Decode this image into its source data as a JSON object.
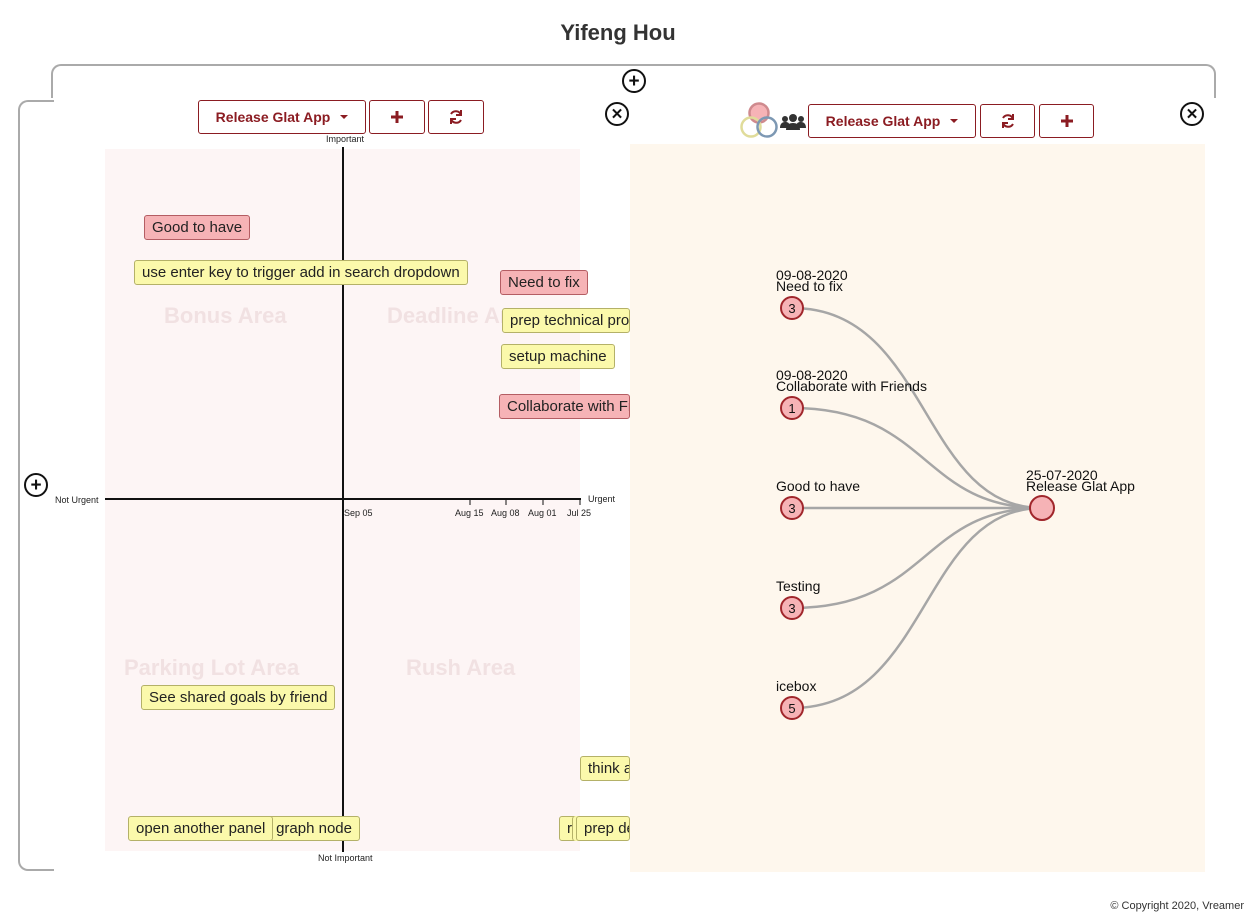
{
  "header": {
    "title": "Yifeng Hou"
  },
  "matrix_panel": {
    "project_select_label": "Release Glat App",
    "add_icon": "plus-icon",
    "refresh_icon": "refresh-icon",
    "close_icon": "close-icon",
    "axis_labels": {
      "top": "Important",
      "bottom": "Not Important",
      "left": "Not Urgent",
      "right": "Urgent"
    },
    "date_ticks": [
      "Sep 05",
      "Aug 15",
      "Aug 08",
      "Aug 01",
      "Jul 25"
    ],
    "areas": {
      "bonus": "Bonus Area",
      "deadline": "Deadline Area",
      "parking": "Parking Lot Area",
      "rush": "Rush Area"
    },
    "notes": [
      {
        "text": "Good to have",
        "color": "red"
      },
      {
        "text": "use enter key to trigger add in search dropdown",
        "color": "yellow"
      },
      {
        "text": "Need to fix",
        "color": "red"
      },
      {
        "text": "prep technical process",
        "color": "yellow"
      },
      {
        "text": "setup machine",
        "color": "yellow"
      },
      {
        "text": "Collaborate with Friends",
        "color": "red"
      },
      {
        "text": "See shared goals by friend",
        "color": "yellow"
      },
      {
        "text": "think about",
        "color": "yellow"
      },
      {
        "text": "show graph node",
        "color": "yellow"
      },
      {
        "text": "open another panel",
        "color": "yellow"
      },
      {
        "text": "r",
        "color": "yellow"
      },
      {
        "text": "prep demo",
        "color": "yellow"
      }
    ]
  },
  "graph_panel": {
    "logo_icon": "three-circles-logo-icon",
    "users_icon": "users-icon",
    "project_select_label": "Release Glat App",
    "refresh_icon": "refresh-icon",
    "add_icon": "plus-icon",
    "close_icon": "close-icon",
    "nodes": [
      {
        "date": "09-08-2020",
        "name": "Need to fix",
        "count": "3"
      },
      {
        "date": "09-08-2020",
        "name": "Collaborate with Friends",
        "count": "1"
      },
      {
        "date": "",
        "name": "Good to have",
        "count": "3"
      },
      {
        "date": "",
        "name": "Testing",
        "count": "3"
      },
      {
        "date": "",
        "name": "icebox",
        "count": "5"
      }
    ],
    "root": {
      "date": "25-07-2020",
      "name": "Release Glat App"
    }
  },
  "frame": {
    "expand_top_icon": "plus-circle-icon",
    "expand_left_icon": "plus-circle-icon"
  },
  "colors": {
    "accent": "#8b1c22",
    "note_yellow": "#fbf9ab",
    "note_red": "#f6b3b6",
    "graph_bg": "#fef7ed",
    "matrix_bg": "#fdf5f5"
  },
  "footer": {
    "copyright": "© Copyright 2020, Vreamer"
  }
}
